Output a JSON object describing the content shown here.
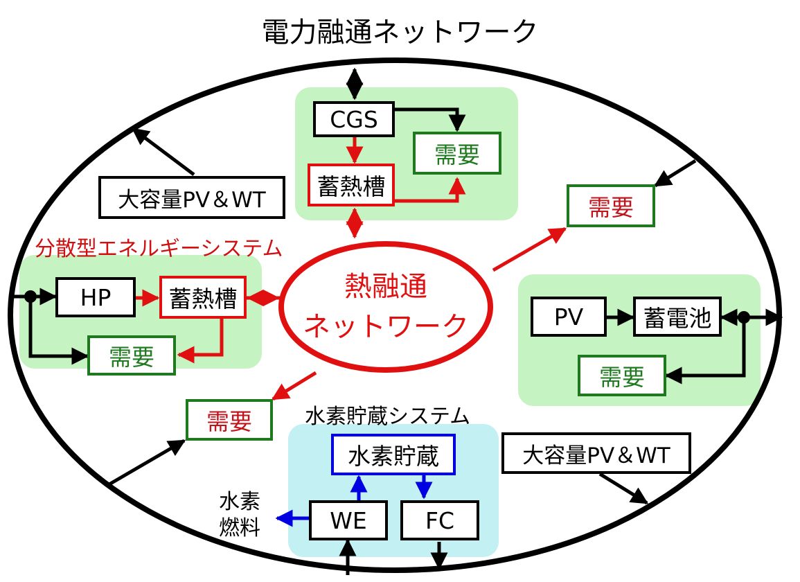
{
  "title": "電力融通ネットワーク",
  "hub": {
    "line1": "熱融通",
    "line2": "ネットワーク"
  },
  "cgs_group": {
    "cgs": "CGS",
    "storage": "蓄熱槽",
    "demand": "需要"
  },
  "distributed_group": {
    "label": "分散型エネルギーシステム",
    "hp": "HP",
    "storage": "蓄熱槽",
    "demand": "需要"
  },
  "pv_group": {
    "pv": "PV",
    "battery": "蓄電池",
    "demand": "需要"
  },
  "hydrogen_group": {
    "label": "水素貯蔵システム",
    "storage": "水素貯蔵",
    "we": "WE",
    "fc": "FC"
  },
  "fuel_label": {
    "line1": "水素",
    "line2": "燃料"
  },
  "large_pv_top": "大容量PV＆WT",
  "large_pv_bottom": "大容量PV＆WT",
  "demand_right": "需要",
  "demand_left": "需要",
  "colors": {
    "electric": "#000000",
    "heat": "#e01010",
    "hydrogen": "#0000e0",
    "demand_green": "#1f7a1f",
    "group_green_bg": "#c6f3c2",
    "group_cyan_bg": "#c3f1f3"
  }
}
